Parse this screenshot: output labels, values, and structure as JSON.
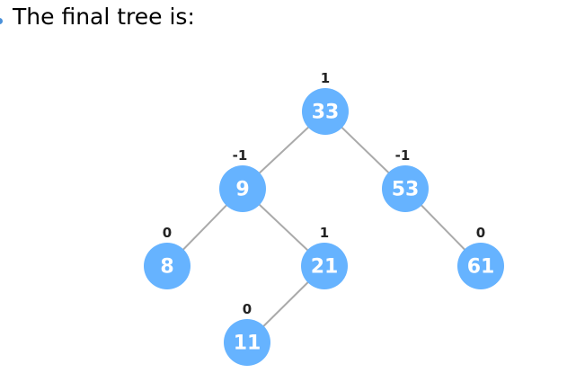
{
  "title": "The final tree is:",
  "node_color": "#66b3ff",
  "edge_color": "#aaaaaa",
  "nodes": [
    {
      "id": "n33",
      "value": "33",
      "balance": "1"
    },
    {
      "id": "n9",
      "value": "9",
      "balance": "-1"
    },
    {
      "id": "n53",
      "value": "53",
      "balance": "-1"
    },
    {
      "id": "n8",
      "value": "8",
      "balance": "0"
    },
    {
      "id": "n21",
      "value": "21",
      "balance": "1"
    },
    {
      "id": "n61",
      "value": "61",
      "balance": "0"
    },
    {
      "id": "n11",
      "value": "11",
      "balance": "0"
    }
  ],
  "edges": [
    [
      "n33",
      "n9"
    ],
    [
      "n33",
      "n53"
    ],
    [
      "n9",
      "n8"
    ],
    [
      "n9",
      "n21"
    ],
    [
      "n53",
      "n61"
    ],
    [
      "n21",
      "n11"
    ]
  ]
}
